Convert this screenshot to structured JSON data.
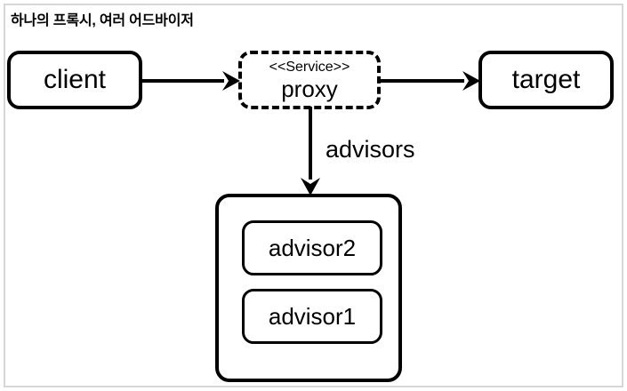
{
  "diagram": {
    "title": "하나의 프록시, 여러 어드바이저",
    "type": "uml-object-diagram",
    "colors": {
      "stroke": "#000000",
      "fill": "#ffffff",
      "frame": "#d7d7d7"
    },
    "nodes": {
      "client": {
        "label": "client",
        "shape": "rounded-rectangle",
        "border": "solid"
      },
      "proxy": {
        "stereotype": "<<Service>>",
        "label": "proxy",
        "shape": "rounded-rectangle",
        "border": "dashed"
      },
      "target": {
        "label": "target",
        "shape": "rounded-rectangle",
        "border": "solid"
      },
      "advisors_container": {
        "label": "",
        "shape": "rounded-rectangle",
        "border": "solid"
      },
      "advisor2": {
        "label": "advisor2",
        "shape": "rounded-rectangle",
        "border": "solid"
      },
      "advisor1": {
        "label": "advisor1",
        "shape": "rounded-rectangle",
        "border": "solid"
      }
    },
    "edges": [
      {
        "from": "client",
        "to": "proxy",
        "label": "",
        "direction": "right"
      },
      {
        "from": "proxy",
        "to": "target",
        "label": "",
        "direction": "right"
      },
      {
        "from": "proxy",
        "to": "advisors_container",
        "label": "advisors",
        "direction": "down"
      }
    ]
  }
}
